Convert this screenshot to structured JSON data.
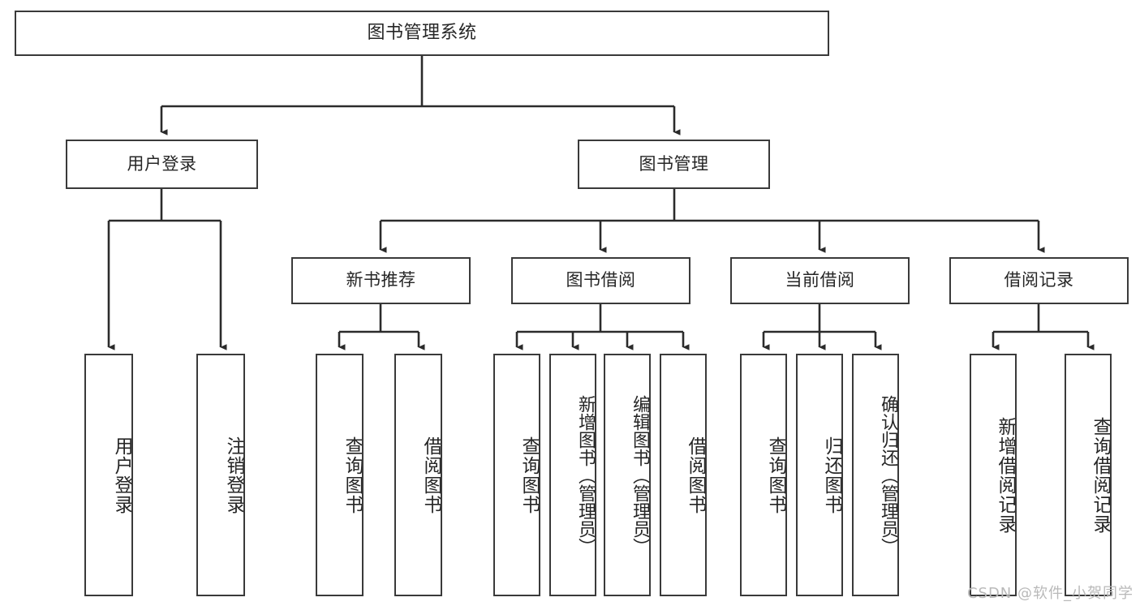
{
  "diagram": {
    "type": "tree-hierarchy",
    "title": "图书管理系统",
    "orientation": "top-down",
    "colors": {
      "box_border": "#3a3a3a",
      "box_fill": "#ffffff",
      "connector": "#2b2b2b",
      "text": "#262626",
      "watermark": "#b9b9b9",
      "page_background": "#ffffff"
    },
    "watermark": "CSDN @软件_小贺同学",
    "levels": {
      "level1": [
        {
          "id": "root",
          "label": "图书管理系统"
        }
      ],
      "level2": [
        {
          "id": "user-login",
          "label": "用户登录"
        },
        {
          "id": "book-manage",
          "label": "图书管理"
        }
      ],
      "level3": [
        {
          "id": "new-book-recommend",
          "label": "新书推荐",
          "parent": "book-manage"
        },
        {
          "id": "book-borrow",
          "label": "图书借阅",
          "parent": "book-manage"
        },
        {
          "id": "current-borrow",
          "label": "当前借阅",
          "parent": "book-manage"
        },
        {
          "id": "borrow-record",
          "label": "借阅记录",
          "parent": "book-manage"
        }
      ],
      "level4": [
        {
          "id": "leaf-user-login",
          "label": "用户登录",
          "parent": "user-login"
        },
        {
          "id": "leaf-user-logout",
          "label": "注销登录",
          "parent": "user-login"
        },
        {
          "id": "leaf-query-book-1",
          "label": "查询图书",
          "parent": "new-book-recommend"
        },
        {
          "id": "leaf-borrow-book-1",
          "label": "借阅图书",
          "parent": "new-book-recommend"
        },
        {
          "id": "leaf-query-book-2",
          "label": "查询图书",
          "parent": "book-borrow"
        },
        {
          "id": "leaf-add-book",
          "label": "新增图书（管理员）",
          "parent": "book-borrow"
        },
        {
          "id": "leaf-edit-book",
          "label": "编辑图书（管理员）",
          "parent": "book-borrow"
        },
        {
          "id": "leaf-borrow-book-2",
          "label": "借阅图书",
          "parent": "book-borrow"
        },
        {
          "id": "leaf-query-book-3",
          "label": "查询图书",
          "parent": "current-borrow"
        },
        {
          "id": "leaf-return-book",
          "label": "归还图书",
          "parent": "current-borrow"
        },
        {
          "id": "leaf-confirm-return",
          "label": "确认归还（管理员）",
          "parent": "current-borrow"
        },
        {
          "id": "leaf-add-record",
          "label": "新增借阅记录",
          "parent": "borrow-record"
        },
        {
          "id": "leaf-query-record",
          "label": "查询借阅记录",
          "parent": "borrow-record"
        }
      ]
    }
  }
}
